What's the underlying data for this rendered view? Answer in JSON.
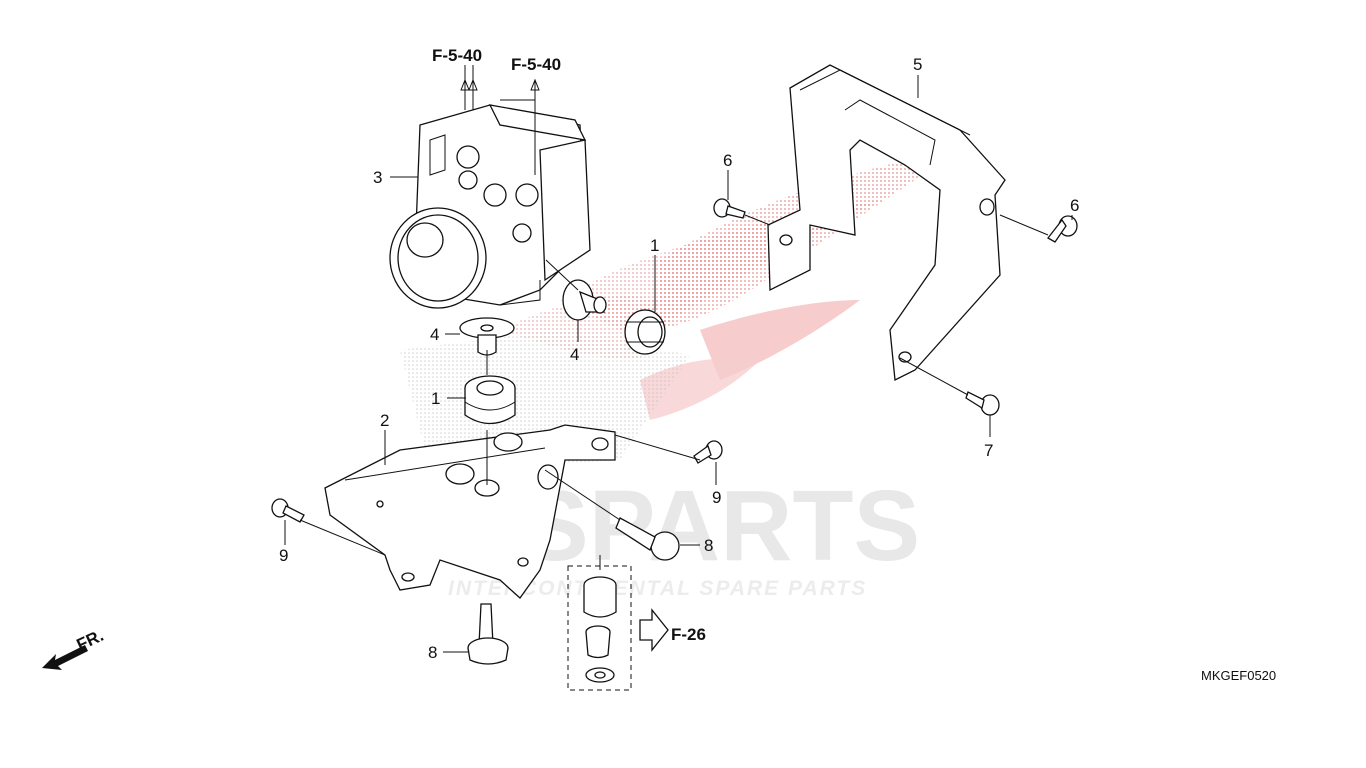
{
  "diagram": {
    "references": {
      "upper_left": "F-5-40",
      "upper_right": "F-5-40",
      "grommet_set": "F-26"
    },
    "direction": "FR.",
    "diagram_code": "MKGEF0520",
    "watermark": {
      "brand": "ICSPARTS",
      "tagline": "INTERCONTINENTAL SPARE PARTS"
    },
    "callouts": {
      "c1a": "1",
      "c1b": "1",
      "c2": "2",
      "c3": "3",
      "c4a": "4",
      "c4b": "4",
      "c5": "5",
      "c6a": "6",
      "c6b": "6",
      "c7": "7",
      "c8a": "8",
      "c8b": "8",
      "c9a": "9",
      "c9b": "9"
    },
    "colors": {
      "watermark_red": "#e03030",
      "watermark_gray": "#e8e8e8",
      "line": "#111111"
    }
  }
}
